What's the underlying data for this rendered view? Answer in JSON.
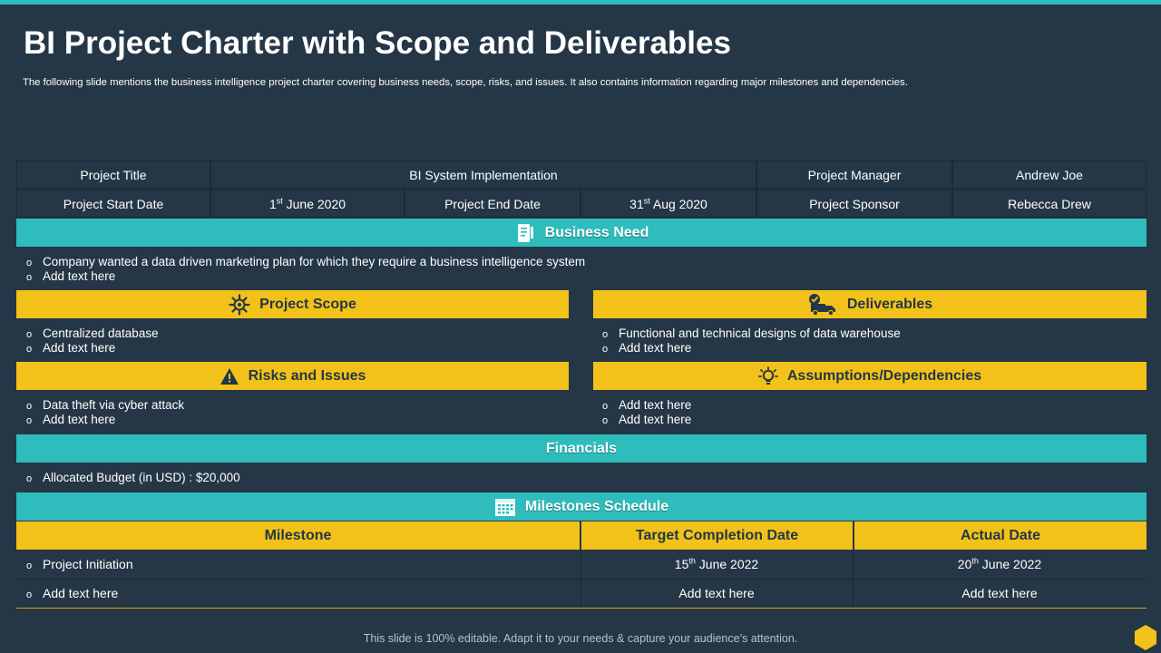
{
  "slide": {
    "title": "BI Project Charter with Scope and Deliverables",
    "subtitle": "The following slide mentions the business intelligence project charter covering business needs, scope, risks, and issues. It also contains information regarding major milestones and dependencies.",
    "footer": "This slide is 100% editable. Adapt it to your needs & capture your audience’s attention."
  },
  "info": {
    "project_title_label": "Project Title",
    "project_title": "BI System Implementation",
    "manager_label": "Project Manager",
    "manager": "Andrew Joe",
    "start_label": "Project Start Date",
    "start_day": "1",
    "start_suffix": "st",
    "start_rest": " June 2020",
    "end_label": "Project End Date",
    "end_day": "31",
    "end_suffix": "st",
    "end_rest": " Aug 2020",
    "sponsor_label": "Project Sponsor",
    "sponsor": "Rebecca Drew"
  },
  "bullet_glyph": "o",
  "business_need": {
    "heading": "Business Need",
    "icon": "clipboard-icon",
    "items": [
      "Company wanted a data driven  marketing plan for which they require  a business intelligence system",
      "Add text here"
    ]
  },
  "project_scope": {
    "heading": "Project Scope",
    "icon": "gear-icon",
    "items": [
      "Centralized database",
      "Add text here"
    ]
  },
  "deliverables": {
    "heading": "Deliverables",
    "icon": "delivery-truck-icon",
    "items": [
      "Functional and technical designs of data warehouse",
      "Add text here"
    ]
  },
  "risks": {
    "heading": "Risks  and Issues",
    "icon": "warning-icon",
    "items": [
      "Data theft via cyber attack",
      "Add text here"
    ]
  },
  "assumptions": {
    "heading": "Assumptions/Dependencies",
    "icon": "idea-bulb-icon",
    "items": [
      "Add text here",
      "Add text here"
    ]
  },
  "financials": {
    "heading": "Financials",
    "items": [
      "Allocated Budget (in USD) : $20,000"
    ]
  },
  "milestones": {
    "heading": "Milestones Schedule",
    "icon": "calendar-icon",
    "columns": [
      "Milestone",
      "Target Completion Date",
      "Actual Date"
    ],
    "rows": [
      {
        "milestone": "Project Initiation",
        "target_day": "15",
        "target_suffix": "th",
        "target_rest": " June 2022",
        "actual_day": "20",
        "actual_suffix": "th",
        "actual_rest": " June 2022"
      },
      {
        "milestone": "Add text here",
        "target": "Add text here",
        "actual": "Add text here"
      }
    ]
  },
  "colors": {
    "background": "#253746",
    "teal": "#2fbcbc",
    "yellow": "#f2c21a",
    "text": "#ffffff"
  }
}
